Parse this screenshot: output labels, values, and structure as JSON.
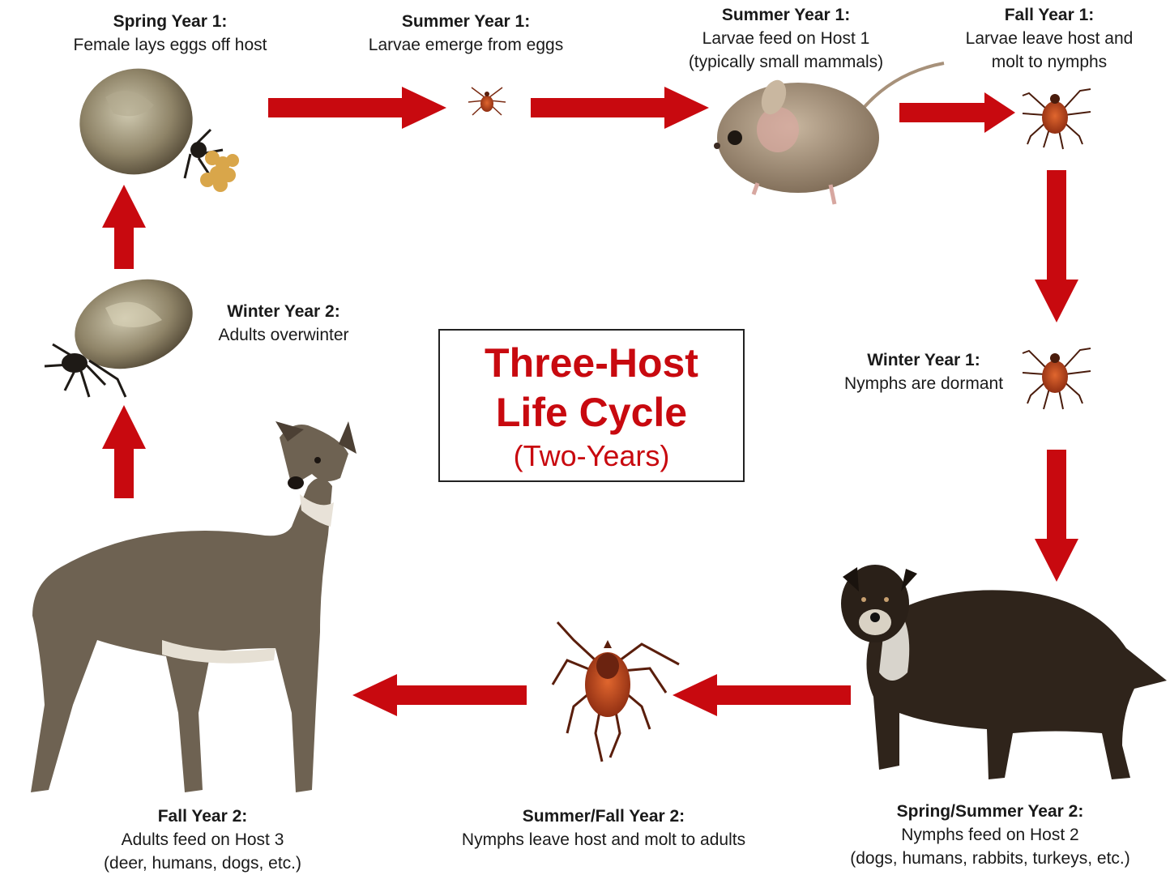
{
  "title": {
    "line1": "Three-Host",
    "line2": "Life Cycle",
    "line3": "(Two-Years)"
  },
  "stages": {
    "spring_y1": {
      "title": "Spring Year 1:",
      "lines": [
        "Female lays eggs off host"
      ]
    },
    "summer_y1_a": {
      "title": "Summer Year 1:",
      "lines": [
        "Larvae emerge from eggs"
      ]
    },
    "summer_y1_b": {
      "title": "Summer Year 1:",
      "lines": [
        "Larvae feed on Host 1",
        "(typically small mammals)"
      ]
    },
    "fall_y1": {
      "title": "Fall Year 1:",
      "lines": [
        "Larvae leave host and",
        "molt to nymphs"
      ]
    },
    "winter_y1": {
      "title": "Winter Year 1:",
      "lines": [
        "Nymphs are dormant"
      ]
    },
    "spring_summer_y2": {
      "title": "Spring/Summer Year 2:",
      "lines": [
        "Nymphs feed on Host 2",
        "(dogs, humans, rabbits, turkeys, etc.)"
      ]
    },
    "summer_fall_y2": {
      "title": "Summer/Fall Year 2:",
      "lines": [
        "Nymphs leave host and molt to adults"
      ]
    },
    "fall_y2": {
      "title": "Fall Year 2:",
      "lines": [
        "Adults feed on Host 3",
        "(deer, humans, dogs, etc.)"
      ]
    },
    "winter_y2": {
      "title": "Winter Year 2:",
      "lines": [
        "Adults overwinter"
      ]
    }
  },
  "colors": {
    "arrow": "#c8090f",
    "title_text": "#c8090f",
    "tick_body": "#b5401c",
    "engorged_tick": "#8f8468"
  },
  "icons": [
    "engorged-tick-with-eggs",
    "larva-tick",
    "mouse",
    "nymph-tick",
    "dog",
    "adult-tick",
    "deer",
    "engorged-adult-tick"
  ]
}
